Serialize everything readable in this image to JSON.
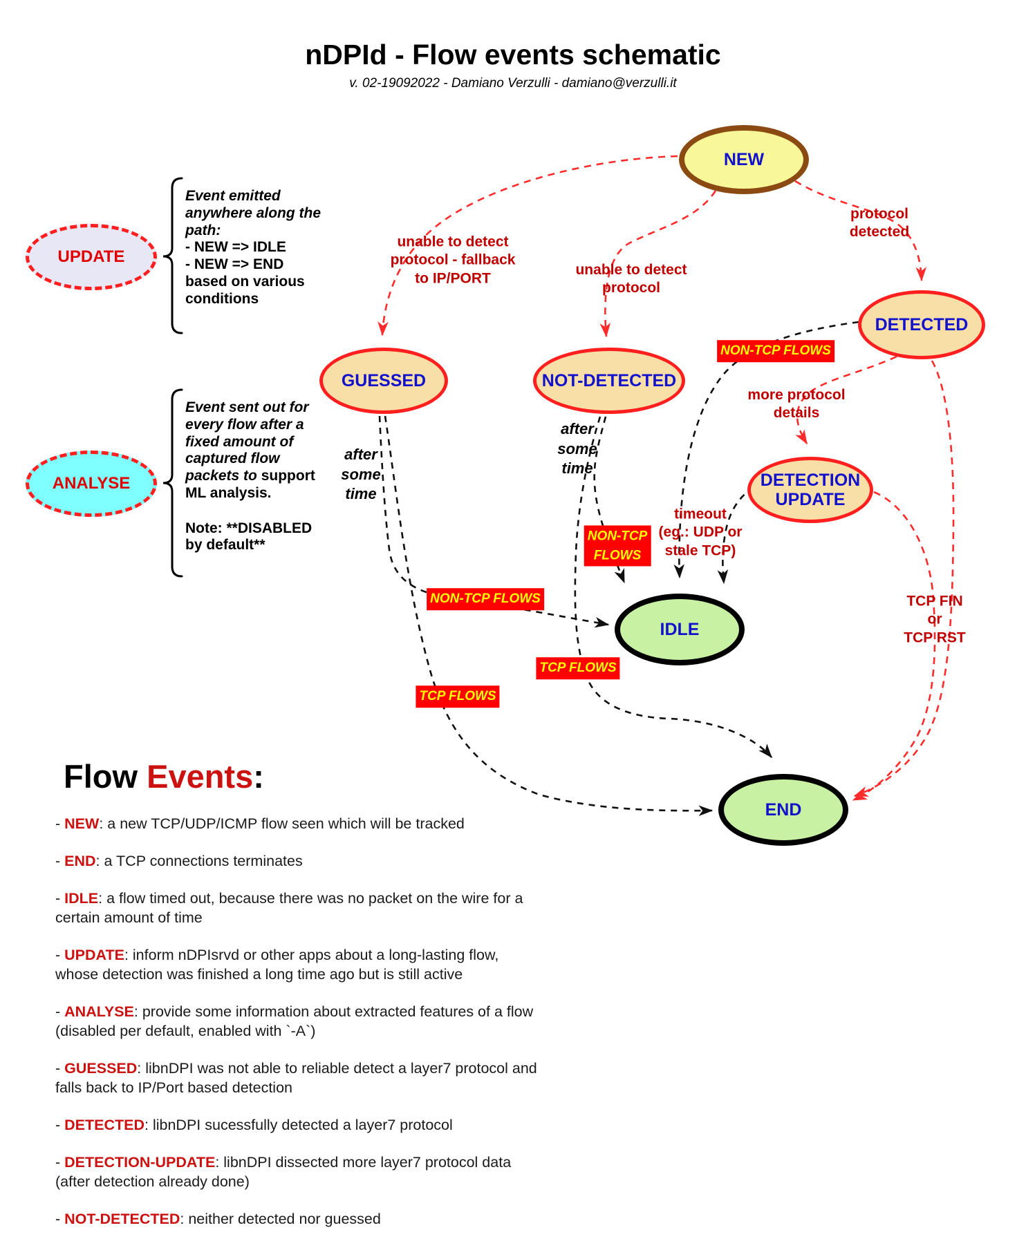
{
  "title": "nDPId - Flow events schematic",
  "subtitle": "v. 02-19092022 - Damiano Verzulli - damiano@verzulli.it",
  "colors": {
    "edge_red": "#FF2B2B",
    "edge_black": "#101010",
    "label_red": "#C00000",
    "node_text_blue": "#1212CC",
    "badge_bg": "#FF0000",
    "badge_text": "#FFFF00",
    "fill_wheat": "#F8DFA8",
    "fill_yellow": "#F8F89B",
    "fill_green": "#C8F1A3",
    "fill_cyan": "#7FFFFF",
    "fill_lavender": "#E7E7F6",
    "border_brown": "#8A4A12"
  },
  "nodes": {
    "new": "NEW",
    "guessed": "GUESSED",
    "not_detected": "NOT-DETECTED",
    "detected": "DETECTED",
    "detection_update": "DETECTION\nUPDATE",
    "idle": "IDLE",
    "end": "END",
    "update": "UPDATE",
    "analyse": "ANALYSE"
  },
  "edge_labels": {
    "protocol_detected": "protocol\ndetected",
    "unable_fallback": "unable to detect\nprotocol - fallback\nto IP/PORT",
    "unable": "unable to detect\nprotocol",
    "more_details": "more protocol\ndetails",
    "timeout": "timeout\n(eg.: UDP or\nstale TCP)",
    "tcp_fin_rst": "TCP FIN\nor\nTCP RST",
    "after_some_time_guessed": "after\nsome\ntime",
    "after_some_time_notdetected": "after\nsome\ntime"
  },
  "badges": {
    "non_tcp_detected": "NON-TCP FLOWS",
    "non_tcp_notdetected": "NON-TCP\nFLOWS",
    "non_tcp_guessed": "NON-TCP FLOWS",
    "tcp_notdetected": "TCP FLOWS",
    "tcp_guessed": "TCP FLOWS"
  },
  "legend": {
    "update_note_intro": "Event emitted\nanywhere along the\npath:",
    "update_note_body": "- NEW => IDLE\n- NEW => END\nbased on various\nconditions",
    "analyse_note_intro": "Event sent out for\nevery flow after a\nfixed amount of\ncaptured flow\npackets to",
    "analyse_note_body": " support\nML analysis.",
    "analyse_note_extra": "Note: **DISABLED\nby default**"
  },
  "flow_events": {
    "heading_black": "Flow ",
    "heading_red": "Events",
    "heading_suffix": ":",
    "items": [
      {
        "term": "NEW",
        "desc": ": a new TCP/UDP/ICMP flow seen which will be tracked"
      },
      {
        "term": "END",
        "desc": ": a TCP connections terminates"
      },
      {
        "term": "IDLE",
        "desc": ": a flow timed out, because there was no packet on the wire for a certain amount of time"
      },
      {
        "term": "UPDATE",
        "desc": ": inform nDPIsrvd or other apps about a long-lasting flow, whose detection was finished a long time ago but is still active"
      },
      {
        "term": "ANALYSE",
        "desc": ": provide some information about extracted features of a flow (disabled per default, enabled with `-A`)"
      },
      {
        "term": "GUESSED",
        "desc": ": libnDPI was not able to reliable detect a layer7 protocol and falls back to IP/Port based detection"
      },
      {
        "term": "DETECTED",
        "desc": ": libnDPI sucessfully detected a layer7 protocol"
      },
      {
        "term": "DETECTION-UPDATE",
        "desc": ":  libnDPI dissected more layer7 protocol data (after detection already done)"
      },
      {
        "term": "NOT-DETECTED",
        "desc": ":  neither detected nor guessed"
      }
    ]
  }
}
